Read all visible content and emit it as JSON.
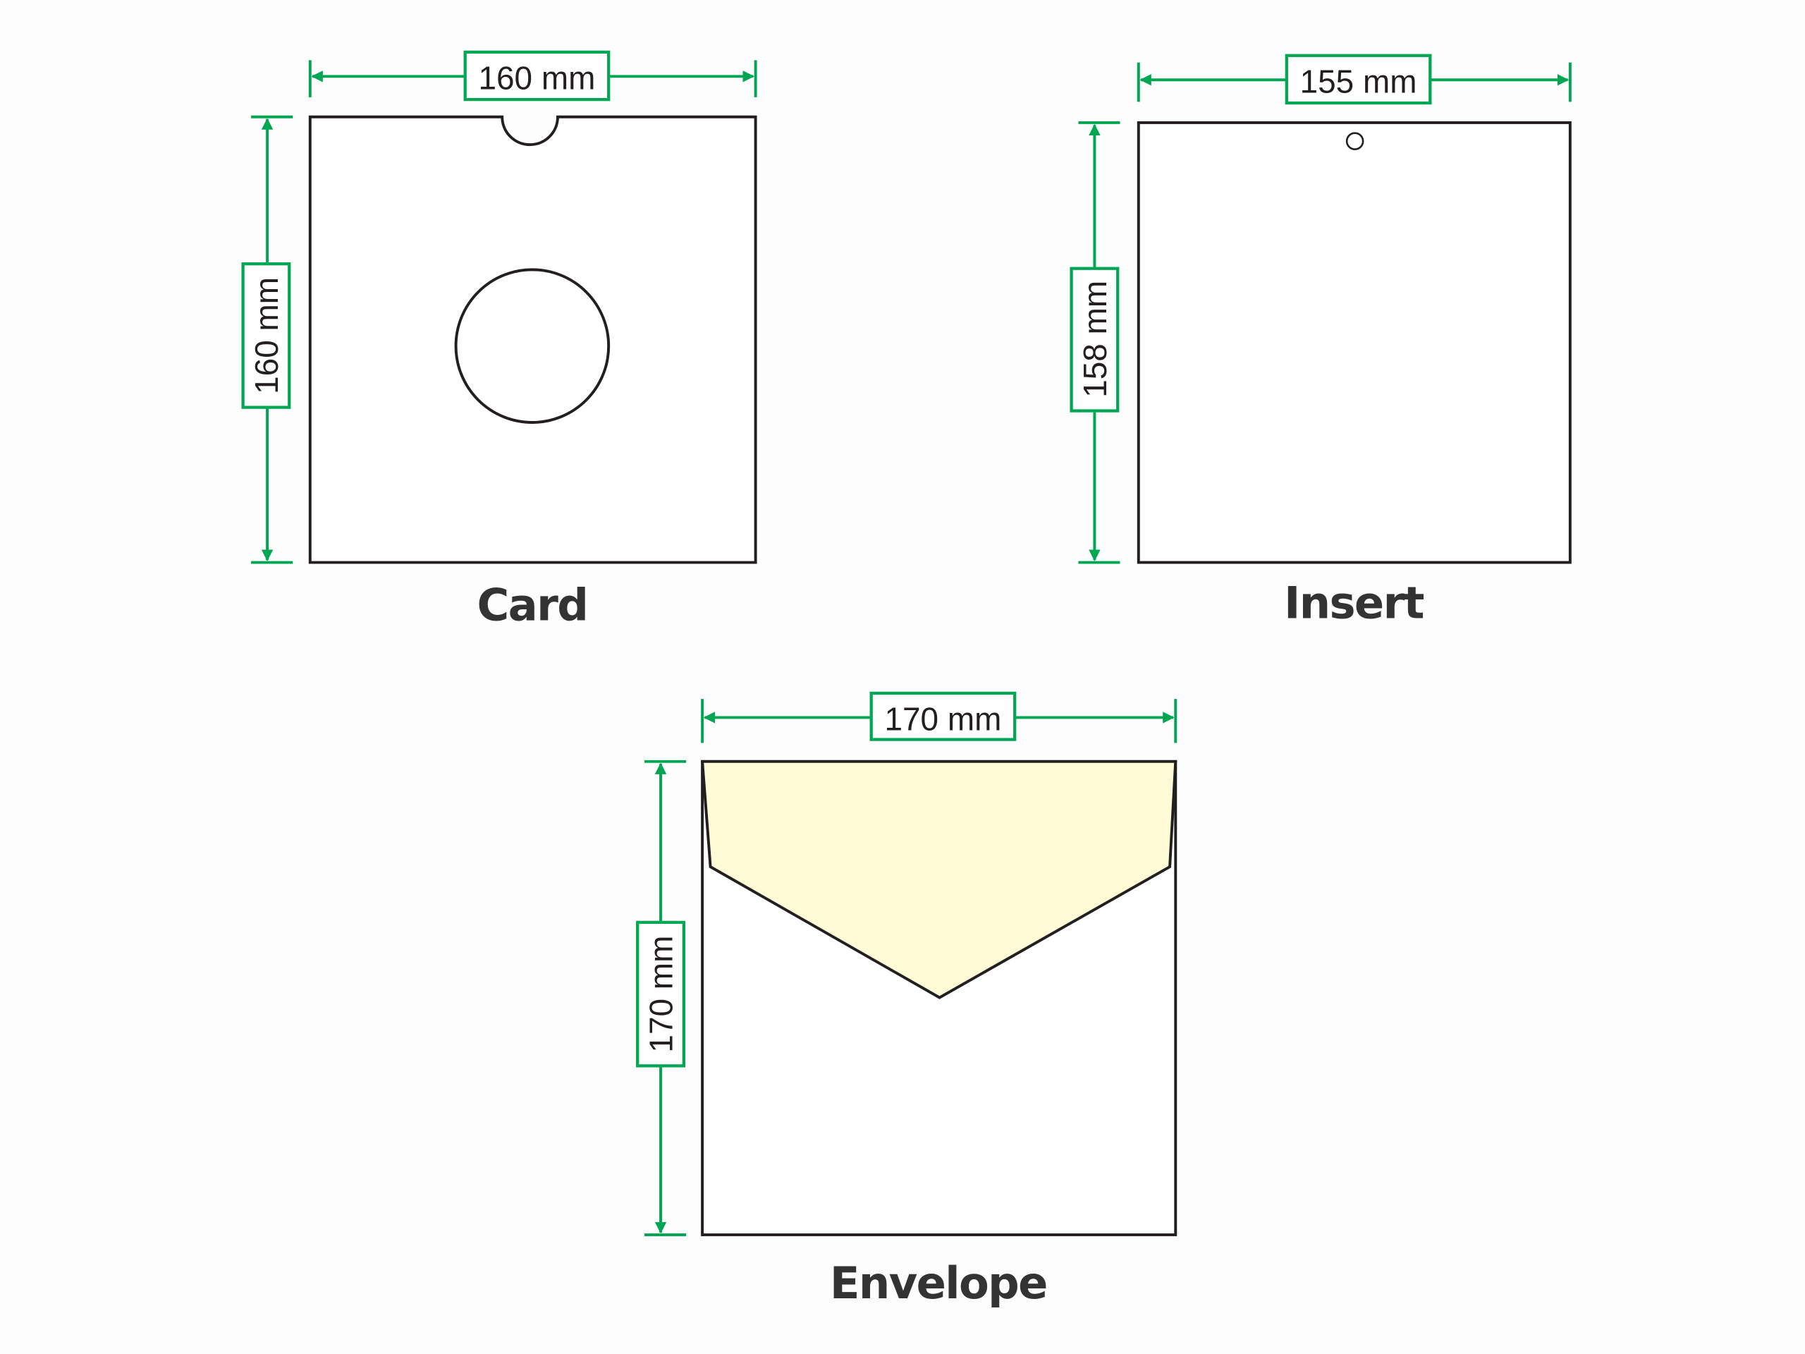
{
  "colors": {
    "dimension": "#00a651",
    "outline": "#231f20",
    "flap_fill": "#fffbd6",
    "background": "#fdfdfd"
  },
  "card": {
    "title": "Card",
    "width_label": "160 mm",
    "height_label": "160 mm"
  },
  "insert": {
    "title": "Insert",
    "width_label": "155 mm",
    "height_label": "158 mm"
  },
  "envelope": {
    "title": "Envelope",
    "width_label": "170 mm",
    "height_label": "170 mm"
  }
}
